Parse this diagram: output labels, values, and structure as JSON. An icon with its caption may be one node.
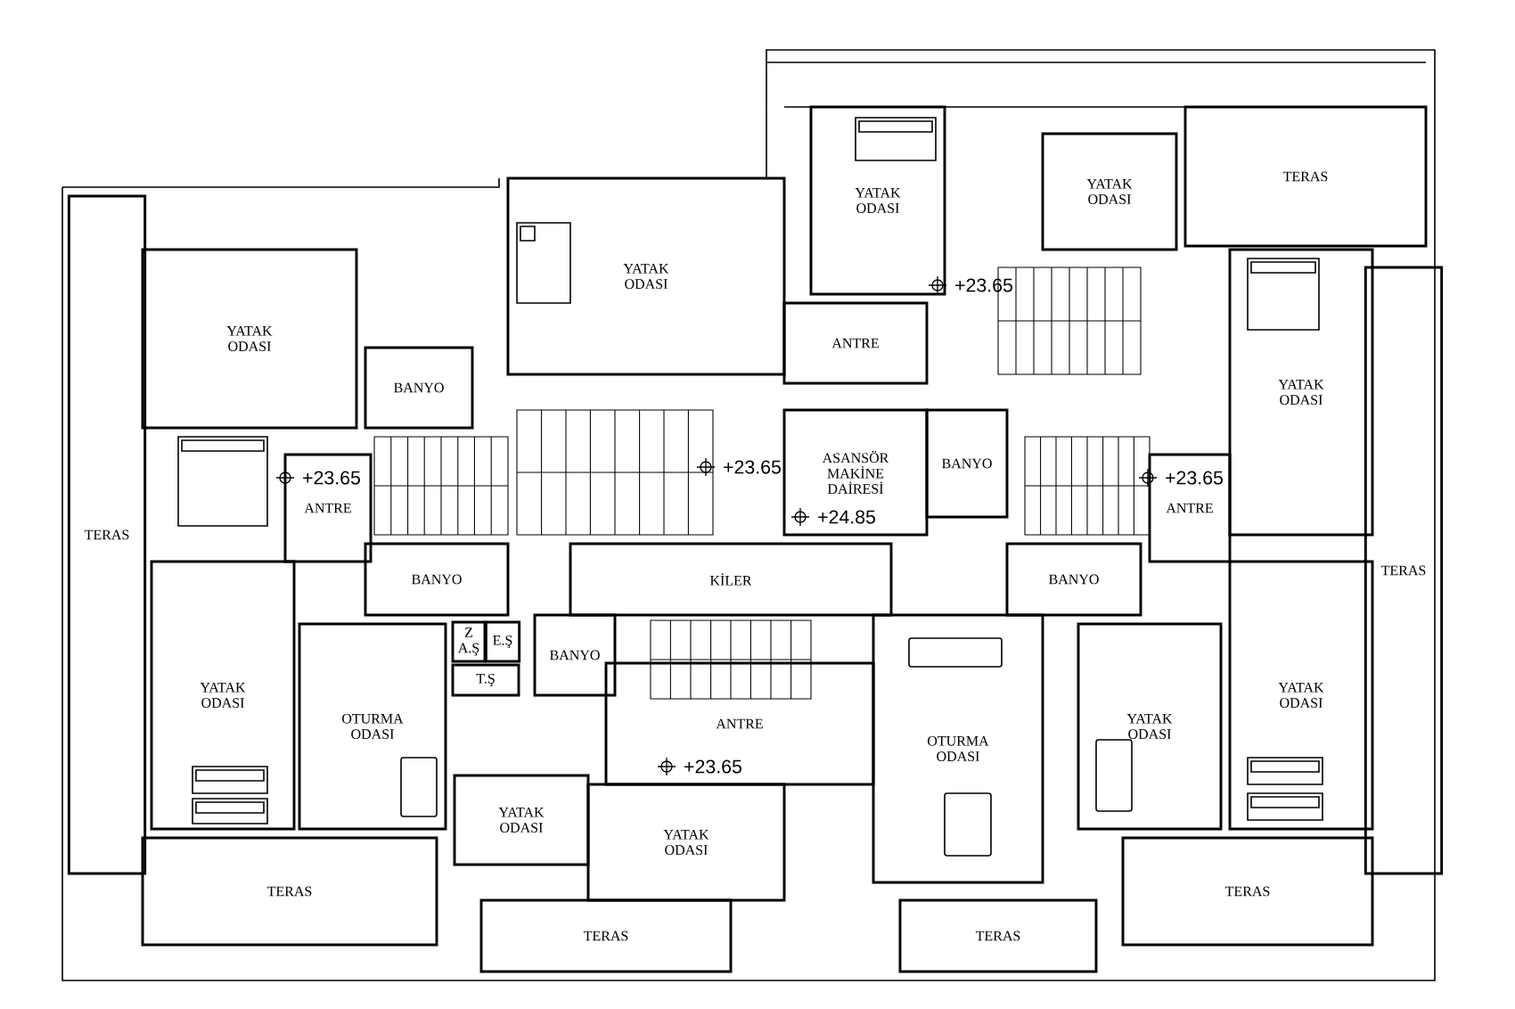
{
  "diagram": {
    "nodes": [
      {
        "text": [
          "TERAS"
        ]
      },
      {
        "text": [
          "YATAK ODASI"
        ]
      },
      {
        "text": [
          "YATAK ODASI"
        ]
      },
      {
        "text": [
          "YATAK ODASI"
        ]
      },
      {
        "text": [
          "ANTRE"
        ]
      },
      {
        "text": [
          "YATAK ODASI"
        ]
      },
      {
        "text": [
          "BANYO"
        ]
      },
      {
        "text": [
          "ANTRE"
        ]
      },
      {
        "text": [
          "YATAK ODASI"
        ]
      },
      {
        "text": [
          "ASANSÖR MAKİNE DAİRESİ"
        ]
      },
      {
        "text": [
          "BANYO"
        ]
      },
      {
        "text": [
          "ANTRE"
        ]
      },
      {
        "text": [
          "TERAS"
        ]
      },
      {
        "text": [
          "TERAS"
        ]
      },
      {
        "text": [
          "BANYO"
        ]
      },
      {
        "text": [
          "KİLER"
        ]
      },
      {
        "text": [
          "BANYO"
        ]
      },
      {
        "text": [
          "YATAK ODASI"
        ]
      },
      {
        "text": [
          "YATAK ODASI"
        ]
      },
      {
        "text": [
          "OTURMA ODASI"
        ]
      },
      {
        "text": [
          "Z A.Ş"
        ]
      },
      {
        "text": [
          "E.Ş"
        ]
      },
      {
        "text": [
          "T.Ş"
        ]
      },
      {
        "text": [
          "BANYO"
        ]
      },
      {
        "text": [
          "ANTRE"
        ]
      },
      {
        "text": [
          "YATAK ODASI"
        ]
      },
      {
        "text": [
          "YATAK ODASI"
        ]
      },
      {
        "text": [
          "OTURMA ODASI"
        ]
      },
      {
        "text": [
          "YATAK ODASI"
        ]
      },
      {
        "text": [
          "TERAS"
        ]
      },
      {
        "text": [
          "TERAS"
        ]
      },
      {
        "text": [
          "TERAS"
        ]
      },
      {
        "text": [
          "TERAS"
        ]
      }
    ],
    "labels": [
      "+23.65",
      "+23.65",
      "+23.65",
      "+23.65",
      "+24.85",
      "+23.65"
    ]
  }
}
